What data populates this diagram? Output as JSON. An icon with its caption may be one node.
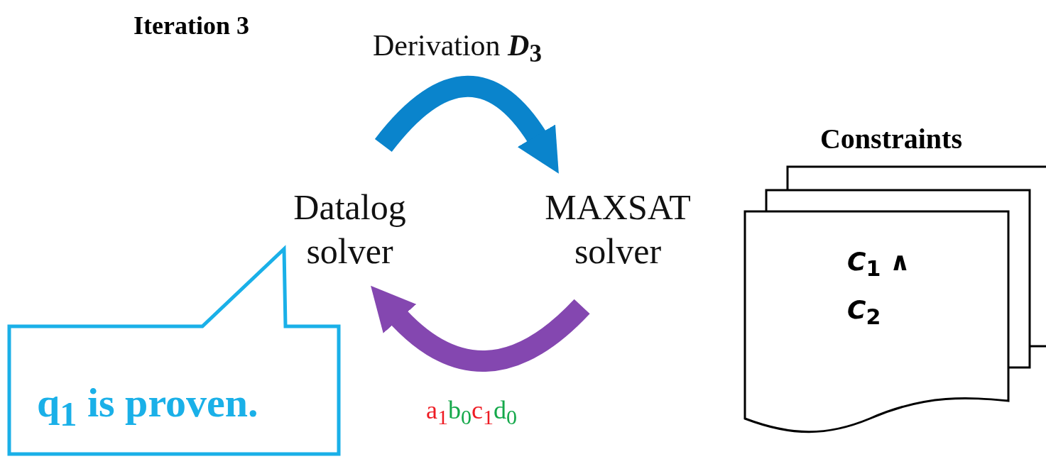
{
  "diagram": {
    "nodes": [
      {
        "text": [
          "Datalog solver"
        ]
      },
      {
        "text": [
          "MAXSAT solver"
        ]
      },
      {
        "text": [
          "q$_{1}$ is proven."
        ]
      },
      {
        "text": [
          "Constraints",
          "*C*$_{1}$ ∧ *C*$_{2}$"
        ]
      }
    ],
    "edges": [
      {
        "from": 0,
        "to": 1,
        "arrow": "to",
        "label": "Derivation *D*$_{3}$",
        "color": "#0a84cc"
      },
      {
        "from": 1,
        "to": 0,
        "arrow": "to",
        "label": "a$_{1}$b$_{0}$c$_{1}$d$_{0}$",
        "color": "#8447b0"
      }
    ],
    "labels": [
      "Iteration 3"
    ]
  }
}
